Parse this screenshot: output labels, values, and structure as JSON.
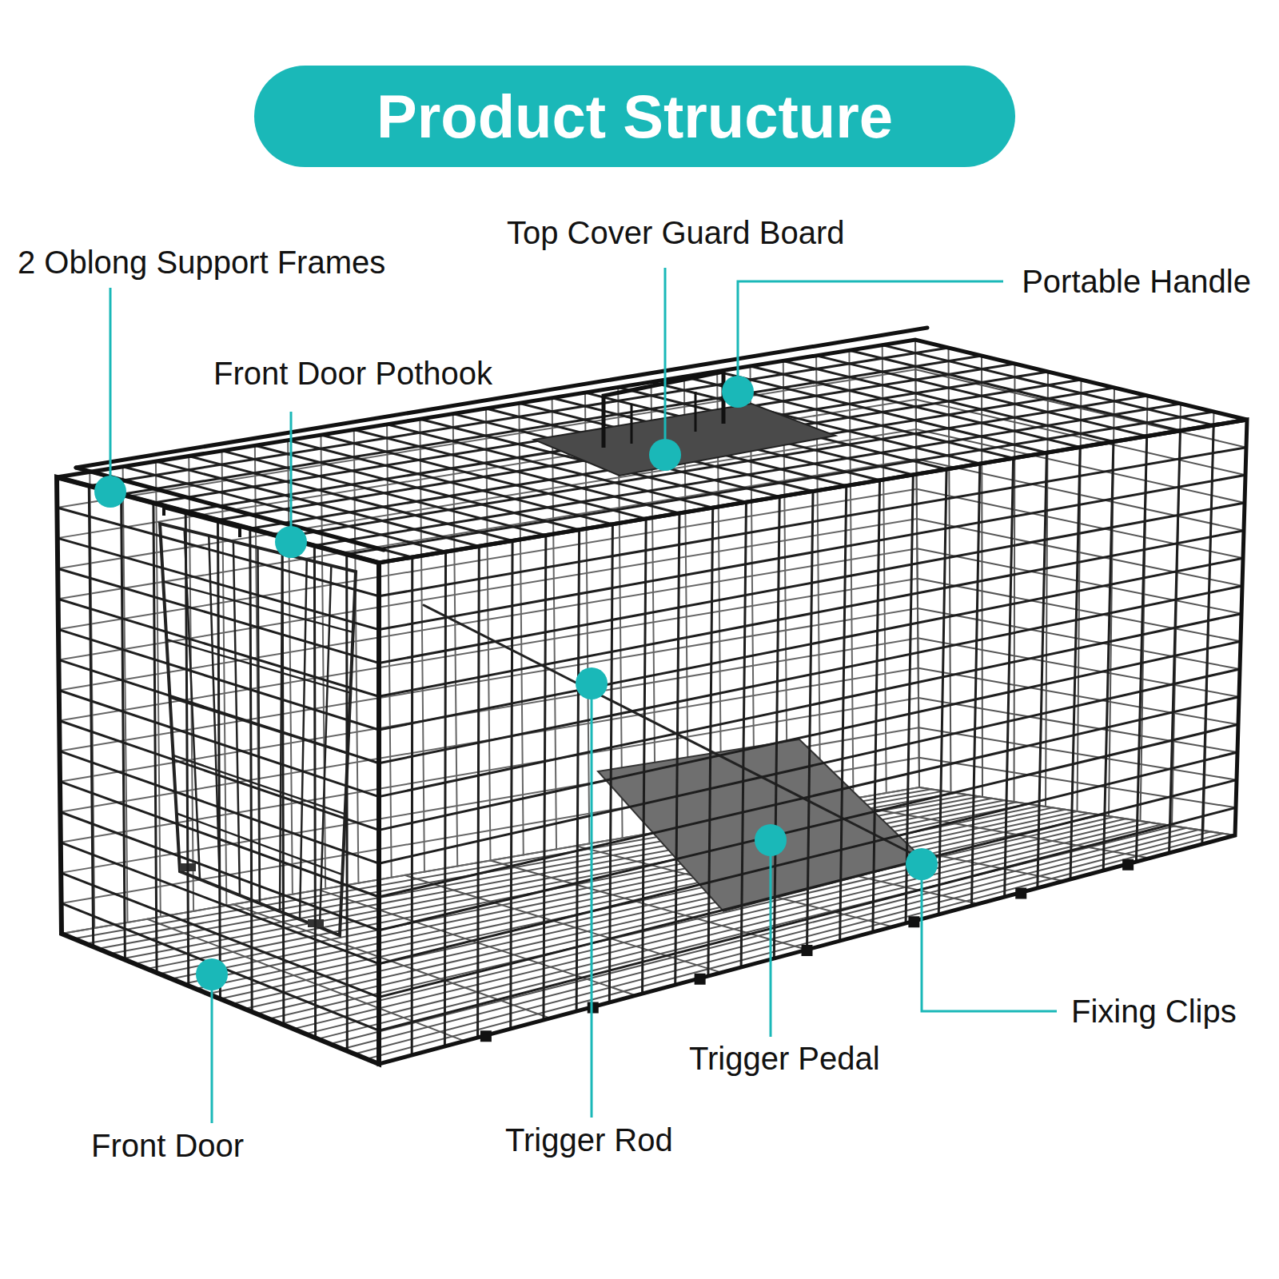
{
  "diagram": {
    "title": "Product Structure",
    "labels": [
      "2 Oblong Support Frames",
      "Front Door Pothook",
      "Top Cover Guard Board",
      "Portable Handle",
      "Front Door",
      "Trigger Rod",
      "Trigger Pedal",
      "Fixing Clips"
    ]
  }
}
